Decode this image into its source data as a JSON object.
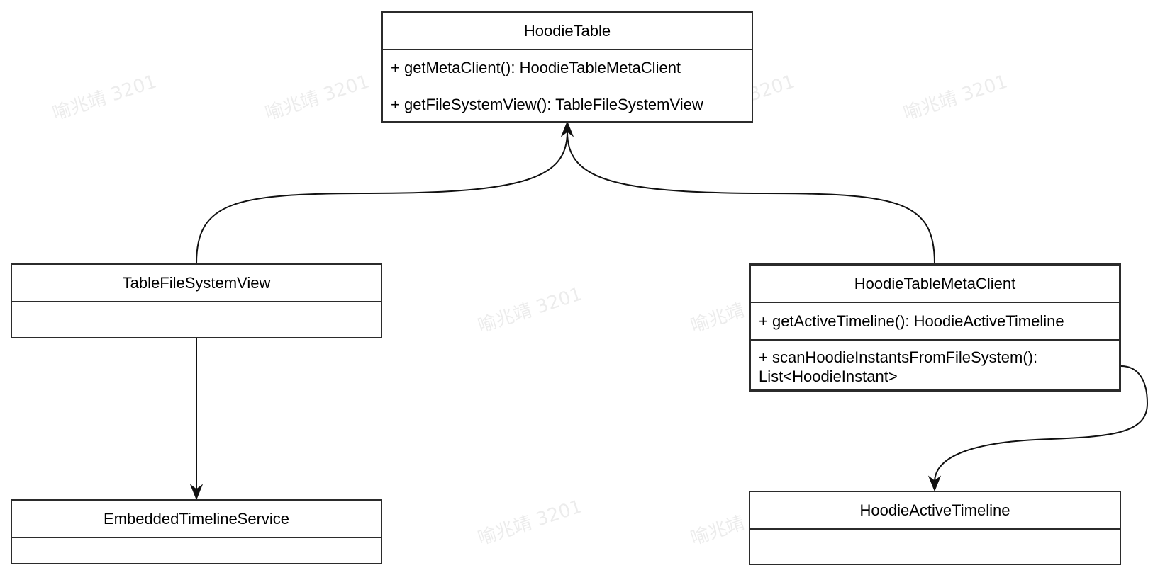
{
  "watermark": "喻兆靖 3201",
  "classes": {
    "hoodie_table": {
      "name": "HoodieTable",
      "methods": [
        "+ getMetaClient(): HoodieTableMetaClient",
        "+ getFileSystemView(): TableFileSystemView"
      ]
    },
    "table_fs_view": {
      "name": "TableFileSystemView"
    },
    "meta_client": {
      "name": "HoodieTableMetaClient",
      "methods": [
        "+ getActiveTimeline(): HoodieActiveTimeline",
        "+ scanHoodieInstantsFromFileSystem():",
        "List<HoodieInstant>"
      ]
    },
    "embedded_timeline": {
      "name": "EmbeddedTimelineService"
    },
    "active_timeline": {
      "name": "HoodieActiveTimeline"
    }
  },
  "colors": {
    "stroke": "#2b2b2b",
    "background": "#ffffff"
  }
}
